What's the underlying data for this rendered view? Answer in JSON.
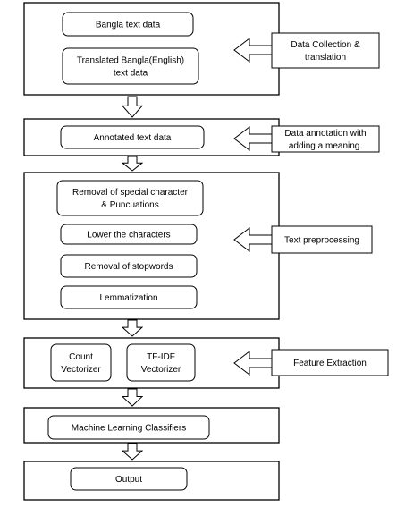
{
  "stages": [
    {
      "items": [
        {
          "lines": [
            "Bangla text data"
          ]
        },
        {
          "lines": [
            "Translated Bangla(English)",
            "text  data"
          ]
        }
      ],
      "label": [
        "Data Collection &",
        "translation"
      ]
    },
    {
      "items": [
        {
          "lines": [
            "Annotated text data"
          ]
        }
      ],
      "label": [
        "Data annotation with",
        "adding a meaning."
      ]
    },
    {
      "items": [
        {
          "lines": [
            "Removal of special character",
            "& Puncuations"
          ]
        },
        {
          "lines": [
            "Lower the characters"
          ]
        },
        {
          "lines": [
            "Removal of stopwords"
          ]
        },
        {
          "lines": [
            "Lemmatization"
          ]
        }
      ],
      "label": [
        "Text preprocessing"
      ]
    },
    {
      "items": [
        {
          "lines": [
            "Count",
            "Vectorizer"
          ]
        },
        {
          "lines": [
            "TF-IDF",
            "Vectorizer"
          ]
        }
      ],
      "label": [
        "Feature Extraction"
      ]
    },
    {
      "items": [
        {
          "lines": [
            "Machine Learning Classifiers"
          ]
        }
      ],
      "label": []
    },
    {
      "items": [
        {
          "lines": [
            "Output"
          ]
        }
      ],
      "label": []
    }
  ]
}
